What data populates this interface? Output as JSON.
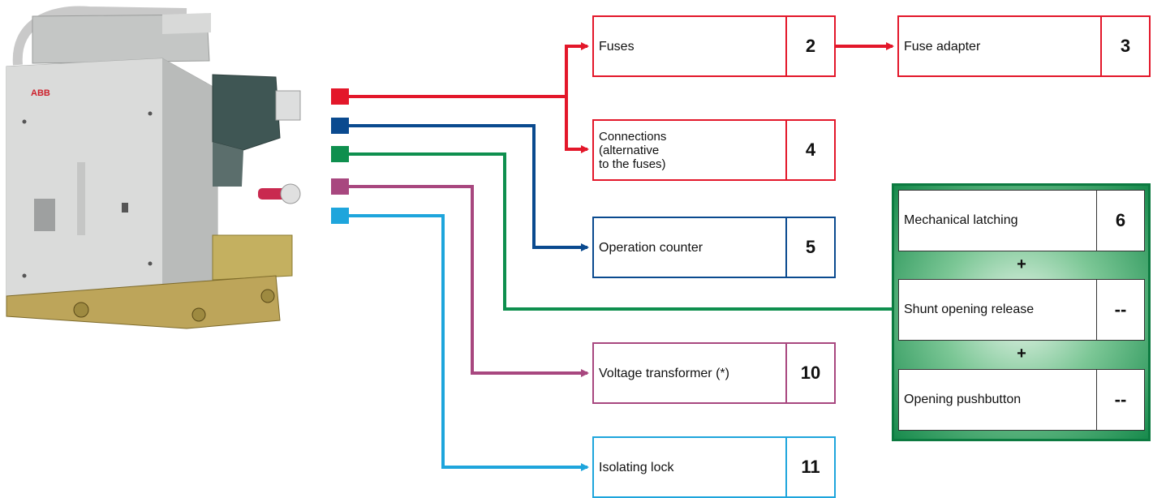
{
  "colors": {
    "red": "#e3172a",
    "blue": "#0a4a8f",
    "green": "#0e8f4e",
    "purple": "#a8477f",
    "cyan": "#1ea5dc"
  },
  "device": {
    "icon": "switch-disconnector-photo",
    "logo_text": "ABB"
  },
  "boxes": {
    "fuses": {
      "label": "Fuses",
      "code": "2"
    },
    "fuse_adapter": {
      "label": "Fuse adapter",
      "code": "3"
    },
    "connections": {
      "label": "Connections\n(alternative\nto the fuses)",
      "code": "4"
    },
    "operation_counter": {
      "label": "Operation counter",
      "code": "5"
    },
    "voltage_transformer": {
      "label": "Voltage transformer (*)",
      "code": "10"
    },
    "isolating_lock": {
      "label": "Isolating lock",
      "code": "11"
    }
  },
  "green_group": {
    "items": [
      {
        "label": "Mechanical latching",
        "code": "6"
      },
      {
        "label": "Shunt opening release",
        "code": "--"
      },
      {
        "label": "Opening pushbutton",
        "code": "--"
      }
    ],
    "separator": "+"
  }
}
